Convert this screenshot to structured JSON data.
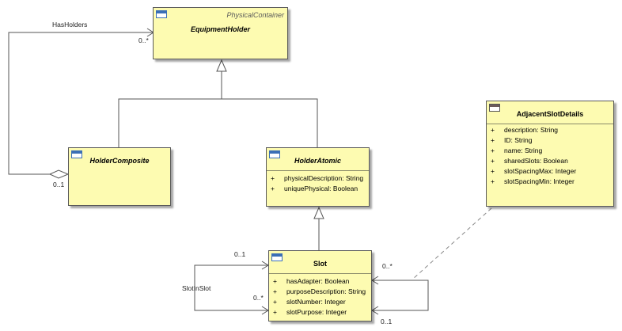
{
  "classes": {
    "equipment_holder": {
      "stereotype": "PhysicalContainer",
      "name": "EquipmentHolder"
    },
    "holder_composite": {
      "name": "HolderComposite"
    },
    "holder_atomic": {
      "name": "HolderAtomic",
      "attributes": [
        {
          "vis": "+",
          "text": "physicalDescription: String"
        },
        {
          "vis": "+",
          "text": "uniquePhysical: Boolean"
        }
      ]
    },
    "slot": {
      "name": "Slot",
      "attributes": [
        {
          "vis": "+",
          "text": "hasAdapter: Boolean"
        },
        {
          "vis": "+",
          "text": "purposeDescription: String"
        },
        {
          "vis": "+",
          "text": "slotNumber: Integer"
        },
        {
          "vis": "+",
          "text": "slotPurpose: Integer"
        }
      ]
    },
    "adjacent_slot_details": {
      "name": "AdjacentSlotDetails",
      "attributes": [
        {
          "vis": "+",
          "text": "description: String"
        },
        {
          "vis": "+",
          "text": "ID: String"
        },
        {
          "vis": "+",
          "text": "name: String"
        },
        {
          "vis": "+",
          "text": "sharedSlots: Boolean"
        },
        {
          "vis": "+",
          "text": "slotSpacingMax: Integer"
        },
        {
          "vis": "+",
          "text": "slotSpacingMin: Integer"
        }
      ]
    }
  },
  "associations": {
    "has_holders": {
      "name": "HasHolders",
      "mult_target": "0..*",
      "mult_source": "0..1"
    },
    "slot_in_slot": {
      "name": "SlotInSlot",
      "mult_top": "0..1",
      "mult_bottom": "0..*"
    },
    "slot_adjacency": {
      "mult_top": "0..*",
      "mult_bottom": "0..1"
    }
  }
}
